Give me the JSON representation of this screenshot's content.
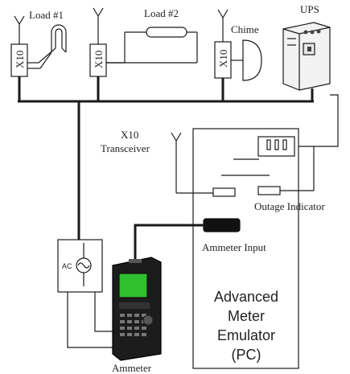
{
  "labels": {
    "load1": "Load #1",
    "load2": "Load #2",
    "chime": "Chime",
    "ups": "UPS",
    "x10_module": "X10",
    "transceiver_line1": "X10",
    "transceiver_line2": "Transceiver",
    "outage_indicator": "Outage Indicator",
    "ammeter_input": "Ammeter Input",
    "ac": "AC",
    "ammeter": "Ammeter",
    "pc_line1": "Advanced",
    "pc_line2": "Meter",
    "pc_line3": "Emulator",
    "pc_line4": "(PC)"
  },
  "icons": [
    "antenna-icon",
    "bulb-icon",
    "resistor-icon",
    "bell-icon",
    "ups-icon",
    "ac-source-icon",
    "ammeter-device-icon",
    "outlet-icon"
  ],
  "colors": {
    "line": "#1a1a1a",
    "screen": "#2fbf2f",
    "device": "#1c1c1c",
    "input_block": "#111111"
  }
}
